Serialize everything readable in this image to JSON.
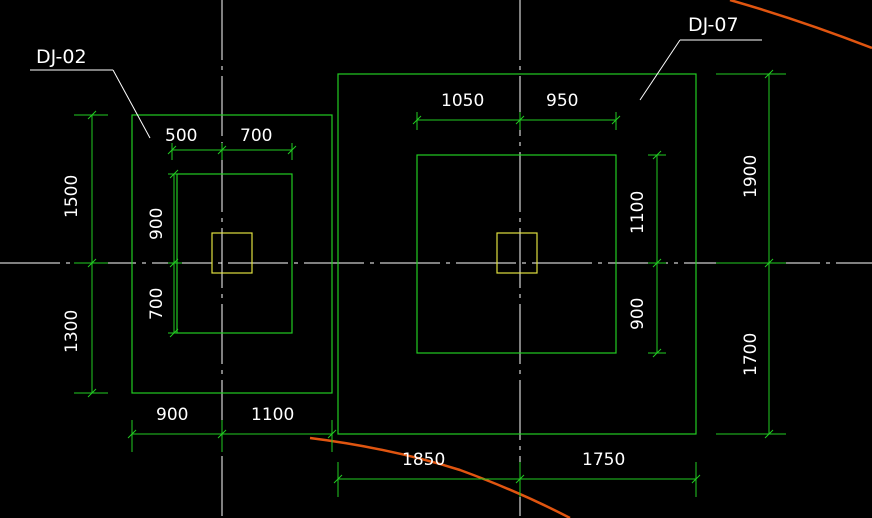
{
  "colors": {
    "background": "#000000",
    "outline": "#22cc22",
    "dimension": "#22cc22",
    "column": "#e0e040",
    "axis": "#ffffff",
    "text": "#ffffff",
    "curve": "#e05510"
  },
  "footings": [
    {
      "tag": "DJ-02",
      "dims": {
        "top_left": "500",
        "top_right": "700",
        "bottom_left": "900",
        "bottom_right": "1100",
        "outer_upper": "1500",
        "outer_lower": "1300",
        "inner_upper": "900",
        "inner_lower": "700"
      }
    },
    {
      "tag": "DJ-07",
      "dims": {
        "top_left": "1050",
        "top_right": "950",
        "bottom_left": "1850",
        "bottom_right": "1750",
        "inner_upper": "1100",
        "inner_lower": "900",
        "outer_upper": "1900",
        "outer_lower": "1700"
      }
    }
  ]
}
